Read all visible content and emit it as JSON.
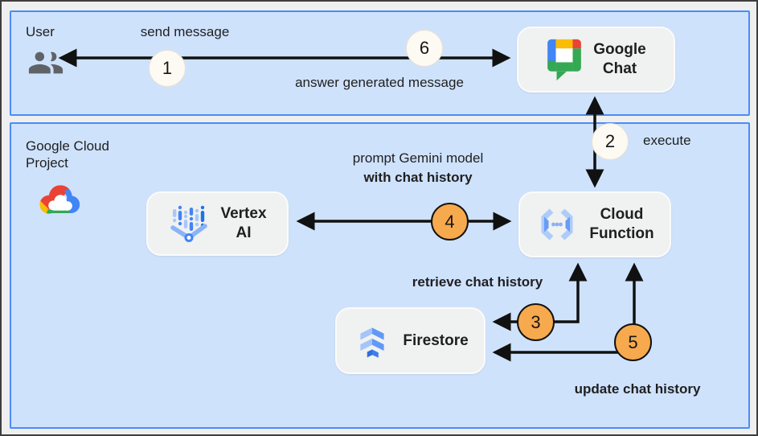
{
  "panels": {
    "user": {
      "label": "User"
    },
    "google_cloud": {
      "label": "Google Cloud Project"
    }
  },
  "nodes": {
    "google_chat": {
      "line1": "Google",
      "line2": "Chat"
    },
    "vertex_ai": {
      "line1": "Vertex",
      "line2": "AI"
    },
    "cloud_function": {
      "line1": "Cloud",
      "line2": "Function"
    },
    "firestore": {
      "line1": "Firestore",
      "line2": ""
    }
  },
  "flow_labels": {
    "send_message": "send message",
    "answer_generated": "answer generated message",
    "execute": "execute",
    "prompt_line1": "prompt Gemini model",
    "prompt_line2": "with chat history",
    "retrieve": "retrieve chat history",
    "update": "update chat history"
  },
  "steps": {
    "s1": "1",
    "s2": "2",
    "s3": "3",
    "s4": "4",
    "s5": "5",
    "s6": "6"
  },
  "colors": {
    "panel-fill": "#cfe2fc",
    "panel-border": "#4a8cf7",
    "box-fill": "#f0f1f1",
    "box-border": "#fbfbfb",
    "arrow": "#111111",
    "step-orange": "#f7a94e",
    "step-cream": "#fcfaf3",
    "text": "#1f1f1f",
    "google-blue": "#4285F4",
    "google-red": "#EA4335",
    "google-yellow": "#FBBC04",
    "google-green": "#34A853",
    "icon-light-blue": "#aecbfa",
    "icon-mid-blue": "#669df6",
    "user-icon-gray": "#5f6368"
  }
}
